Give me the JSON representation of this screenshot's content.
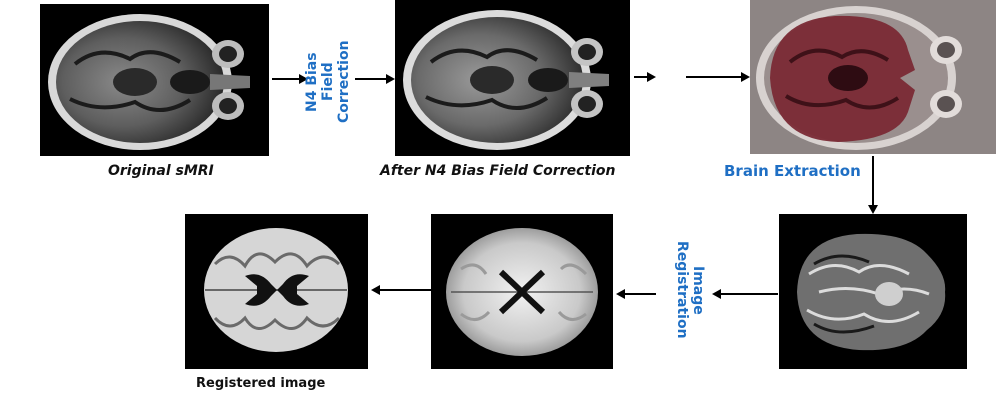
{
  "captions": {
    "original": "Original sMRI",
    "after_n4": "After N4 Bias Field Correction",
    "registered": "Registered image"
  },
  "steps": {
    "n4_line1": "N4 Bias Field",
    "n4_line2": "Correction",
    "brain_extraction": "Brain Extraction",
    "registration_line1": "Image",
    "registration_line2": "Registration"
  },
  "colors": {
    "step_label": "#1f6fc4",
    "mask_overlay": "#7a2a35"
  },
  "icons": {
    "arrow": "right-arrow-icon"
  }
}
